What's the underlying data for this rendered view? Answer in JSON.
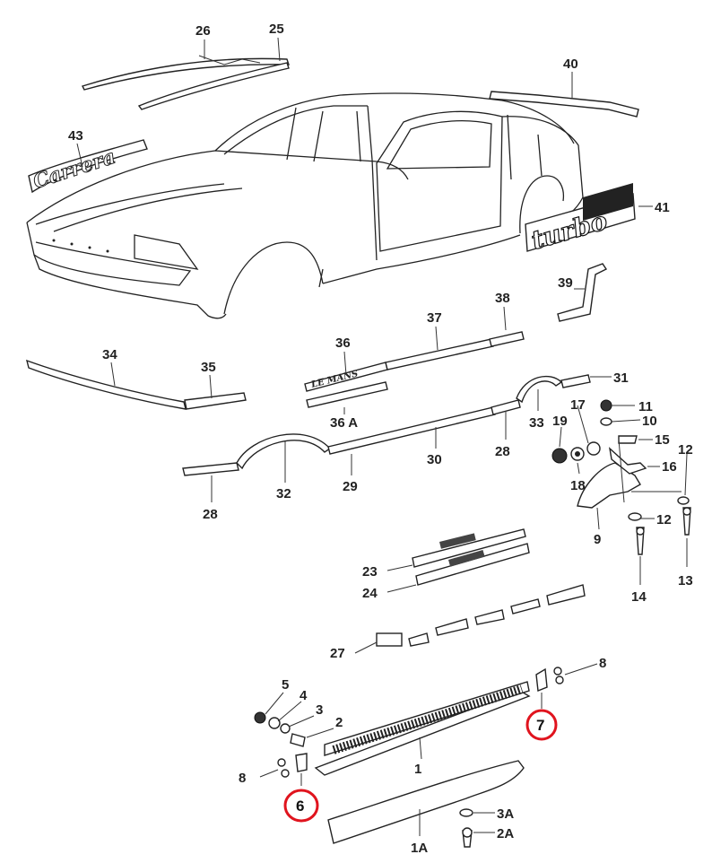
{
  "labels": {
    "p1": "1",
    "p1A": "1A",
    "p2": "2",
    "p2A": "2A",
    "p3": "3",
    "p3A": "3A",
    "p4": "4",
    "p5": "5",
    "p6": "6",
    "p7": "7",
    "p8a": "8",
    "p8b": "8",
    "p9": "9",
    "p10": "10",
    "p11": "11",
    "p12a": "12",
    "p12b": "12",
    "p13": "13",
    "p14": "14",
    "p15": "15",
    "p16": "16",
    "p17": "17",
    "p18": "18",
    "p19": "19",
    "p23": "23",
    "p24": "24",
    "p25": "25",
    "p26": "26",
    "p27": "27",
    "p28a": "28",
    "p28b": "28",
    "p29": "29",
    "p30": "30",
    "p31": "31",
    "p32": "32",
    "p33": "33",
    "p34": "34",
    "p35": "35",
    "p36": "36",
    "p36A": "36 A",
    "p37": "37",
    "p38": "38",
    "p39": "39",
    "p40": "40",
    "p41": "41",
    "p43": "43"
  },
  "badges": {
    "carrera": "Carrera",
    "turbo": "turbo",
    "lemans": "LE MANS"
  },
  "highlight_color": "#e0141e"
}
